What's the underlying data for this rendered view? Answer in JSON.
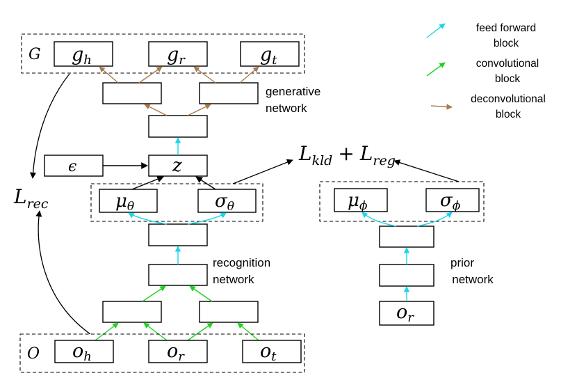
{
  "colors": {
    "feed_forward": "#18d6e8",
    "convolutional": "#1fd11f",
    "deconvolutional": "#a87a4a",
    "loss": "#000000"
  },
  "legend": [
    {
      "name": "feed-forward",
      "text_1": "feed forward",
      "text_2": "block"
    },
    {
      "name": "convolutional",
      "text_1": "convolutional",
      "text_2": "block"
    },
    {
      "name": "deconvolutional",
      "text_1": "deconvolutional",
      "text_2": "block"
    }
  ],
  "labels": {
    "generative_1": "generative",
    "generative_2": "network",
    "recognition_1": "recognition",
    "recognition_2": "network",
    "prior_1": "prior",
    "prior_2": "network"
  },
  "math": {
    "G": "G",
    "O": "O",
    "g_h": {
      "base": "g",
      "sub": "h"
    },
    "g_r": {
      "base": "g",
      "sub": "r"
    },
    "g_t": {
      "base": "g",
      "sub": "t"
    },
    "o_h": {
      "base": "o",
      "sub": "h"
    },
    "o_r": {
      "base": "o",
      "sub": "r"
    },
    "o_t": {
      "base": "o",
      "sub": "t"
    },
    "o_r_prior": {
      "base": "o",
      "sub": "r"
    },
    "epsilon": "ϵ",
    "z": "z",
    "mu_theta": {
      "base": "μ",
      "sub": "θ"
    },
    "sigma_theta": {
      "base": "σ",
      "sub": "θ"
    },
    "mu_phi": {
      "base": "μ",
      "sub": "ϕ"
    },
    "sigma_phi": {
      "base": "σ",
      "sub": "ϕ"
    },
    "L_rec": {
      "base": "L",
      "sub": "rec"
    },
    "L_kld": {
      "base": "L",
      "sub": "kld"
    },
    "plus": "+",
    "L_reg": {
      "base": "L",
      "sub": "reg"
    }
  }
}
